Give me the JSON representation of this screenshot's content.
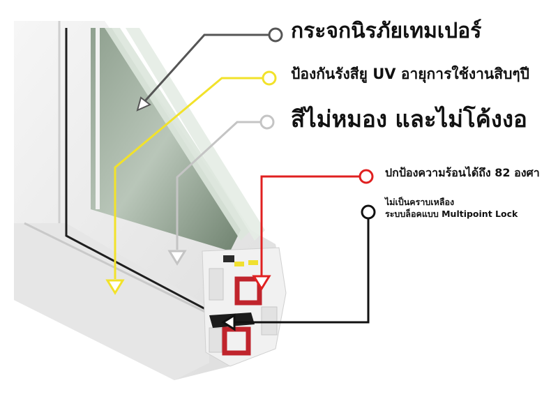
{
  "features": [
    {
      "text": "กระจกนิรภัยเทมเปอร์",
      "color": "#555555"
    },
    {
      "text": "ป้องกันรังสียู UV อายุการใช้งานสิบๆปี",
      "color": "#f2e22a"
    },
    {
      "text": "สีไม่หมอง และไม่โค้งงอ",
      "color": "#c4c4c4"
    },
    {
      "text": "ปกป้องความร้อนได้ถึง 82 องศา",
      "color": "#e02020"
    },
    {
      "text": "ไม่เป็นคราบเหลือง",
      "color": "#111111"
    },
    {
      "text": "ระบบล็อคแบบ Multipoint Lock",
      "color": "#111111"
    }
  ]
}
